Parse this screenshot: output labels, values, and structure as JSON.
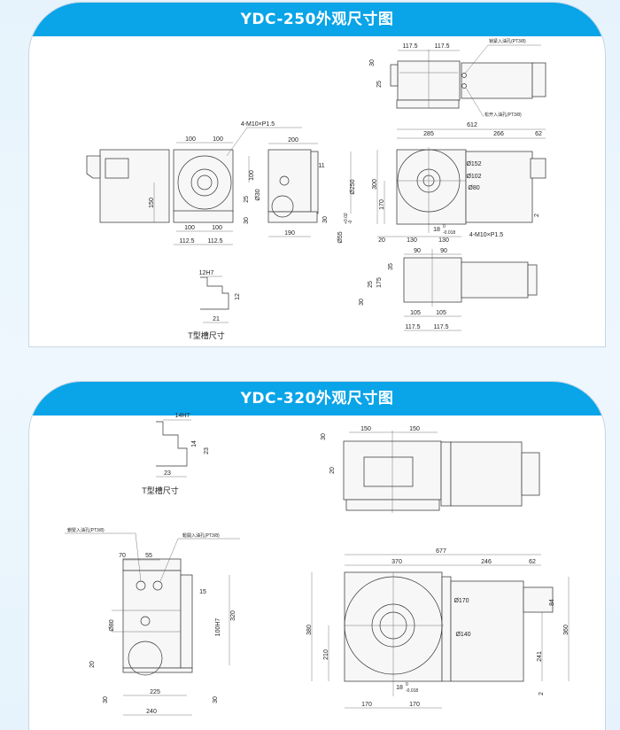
{
  "card1": {
    "title": "YDC-250外观尺寸图",
    "labels": [
      "117.5",
      "117.5",
      "30",
      "25",
      "锁紧入油孔(PT3/8)",
      "松开入油孔(PT3/8)",
      "612",
      "285",
      "266",
      "62",
      "Ø152",
      "Ø102",
      "Ø80",
      "300",
      "170",
      "18",
      "0",
      "-0.018",
      "20",
      "130",
      "130",
      "4-M10×P1.5",
      "2",
      "90",
      "90",
      "35",
      "25",
      "175",
      "30",
      "105",
      "105",
      "117.5",
      "117.5",
      "4-M10×P1.5",
      "100",
      "100",
      "100",
      "150",
      "25",
      "30",
      "100",
      "100",
      "112.5",
      "112.5",
      "200",
      "11",
      "Ø250",
      "Ø30",
      "30",
      "Ø55",
      "+0.02",
      "-0",
      "190",
      "12H7",
      "12",
      "21",
      "T型槽尺寸"
    ]
  },
  "card2": {
    "title": "YDC-320外观尺寸图",
    "labels": [
      "14H7",
      "14",
      "23",
      "23",
      "T型槽尺寸",
      "150",
      "150",
      "30",
      "20",
      "677",
      "370",
      "246",
      "62",
      "Ø170",
      "Ø140",
      "380",
      "210",
      "360",
      "84",
      "241",
      "2",
      "18",
      "0",
      "-0.018",
      "170",
      "170",
      "鎖緊入油孔(PT3/8)",
      "鬆開入油孔(PT3/8)",
      "70",
      "55",
      "15",
      "Ø80",
      "100H7",
      "320",
      "20",
      "30",
      "225",
      "30",
      "240"
    ]
  }
}
